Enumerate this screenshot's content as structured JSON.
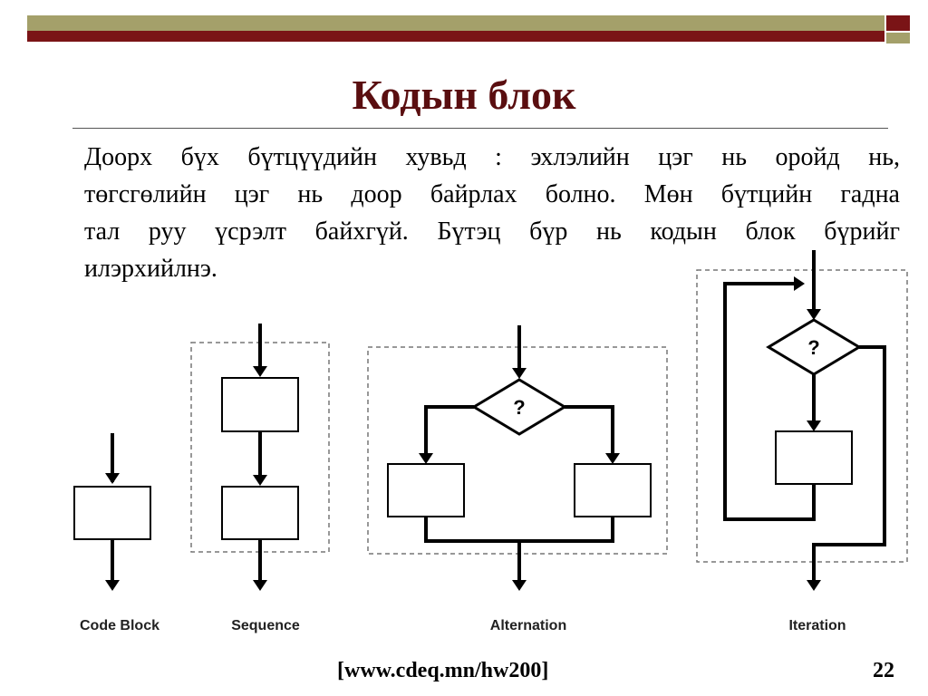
{
  "slide": {
    "title": "Кодын блок",
    "body_lines": [
      "Доорх бүх бүтцүүдийн хувьд : эхлэлийн цэг нь оройд нь,",
      "төгсгөлийн цэг нь доор байрлах болно. Мөн бүтцийн гадна",
      "тал руу үсрэлт байхгүй. Бүтэц бүр нь кодын блок бүрийг",
      "илэрхийлнэ."
    ],
    "footer_source": "[www.cdeq.mn/hw200]",
    "page_number": "22"
  },
  "diagram": {
    "decision_symbol": "?",
    "captions": {
      "code_block": "Code Block",
      "sequence": "Sequence",
      "alternation": "Alternation",
      "iteration": "Iteration"
    }
  },
  "colors": {
    "olive_bar": "#a4a06a",
    "maroon_bar": "#7a1416",
    "title": "#5a0e10"
  }
}
